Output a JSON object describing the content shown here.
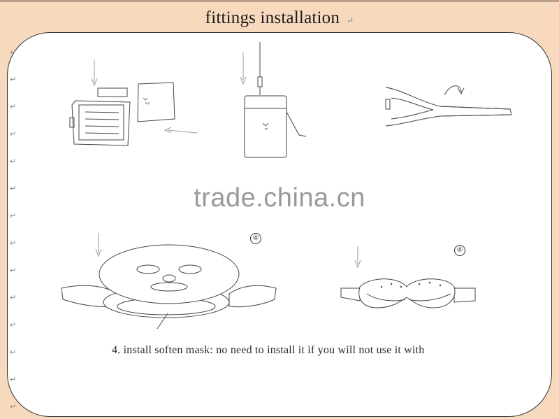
{
  "title": "fittings installation",
  "return_mark": "↵",
  "step_badges": [
    "④",
    "④"
  ],
  "watermark": "trade.china.cn",
  "caption": "4. install soften mask: no need to install it if you will not use it with",
  "margin_marks_count": 14
}
